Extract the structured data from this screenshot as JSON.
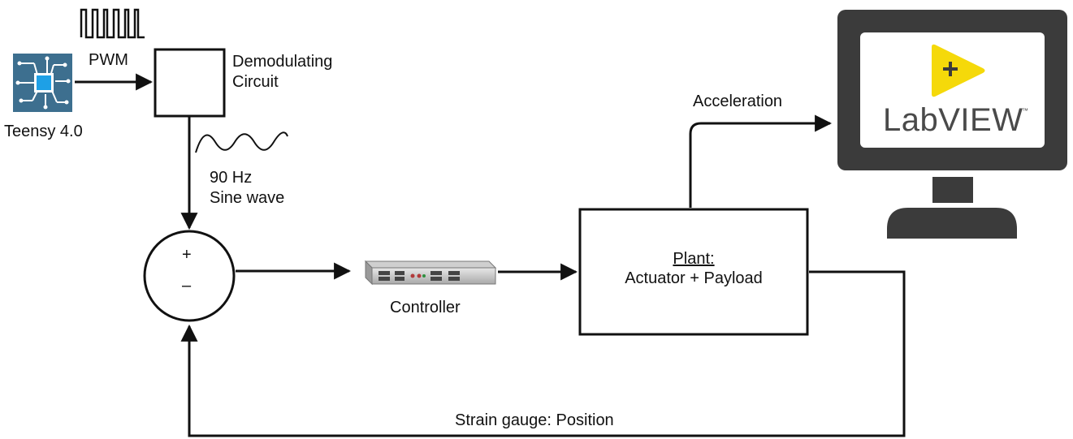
{
  "teensy": {
    "label": "Teensy 4.0"
  },
  "pwm": {
    "label": "PWM"
  },
  "demod": {
    "label_line1": "Demodulating",
    "label_line2": "Circuit"
  },
  "sine": {
    "label_line1": "90 Hz",
    "label_line2": "Sine wave"
  },
  "summing": {
    "plus": "+",
    "minus": "–"
  },
  "controller": {
    "label": "Controller"
  },
  "plant": {
    "title": "Plant:",
    "subtitle": "Actuator + Payload"
  },
  "acceleration": {
    "label": "Acceleration"
  },
  "feedback": {
    "label": "Strain gauge: Position"
  },
  "monitor": {
    "app_name": "LabVIEW",
    "trademark": "™",
    "logo_symbol": "+"
  },
  "colors": {
    "line": "#111111",
    "chip_bg": "#3d6f8f",
    "chip_core": "#1ea0e6",
    "monitor_frame": "#3b3b3b",
    "labview_yellow": "#f5d90a",
    "labview_text": "#4a4a4a"
  }
}
